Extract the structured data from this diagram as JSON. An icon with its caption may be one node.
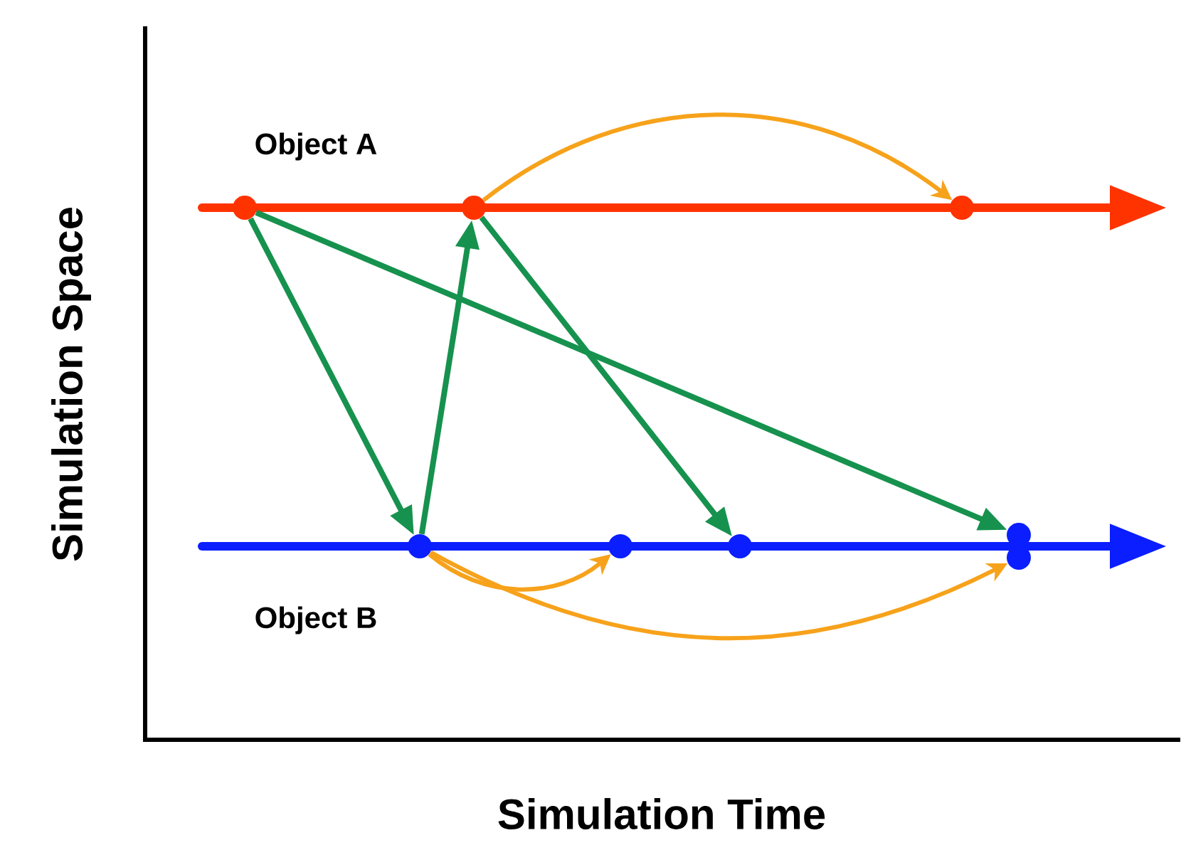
{
  "diagram": {
    "nodes": [
      {
        "text": [],
        "shape": "circle"
      },
      {
        "text": [],
        "shape": "circle"
      },
      {
        "text": [],
        "shape": "circle"
      },
      {
        "text": [],
        "shape": "circle"
      },
      {
        "text": [],
        "shape": "circle"
      },
      {
        "text": [],
        "shape": "circle"
      },
      {
        "text": [],
        "shape": "circle"
      },
      {
        "text": [],
        "shape": "circle"
      }
    ],
    "edges": [
      {
        "from": 0,
        "to": 3,
        "arrow": "to"
      },
      {
        "from": 3,
        "to": 1,
        "arrow": "to"
      },
      {
        "from": 0,
        "to": 6,
        "arrow": "to"
      },
      {
        "from": 1,
        "to": 5,
        "arrow": "to"
      },
      {
        "from": 1,
        "to": 2,
        "arrow": "to",
        "color": "#f7a21b"
      },
      {
        "from": 3,
        "to": 4,
        "arrow": "to",
        "color": "#f7a21b"
      },
      {
        "from": 3,
        "to": 7,
        "arrow": "to",
        "color": "#f7a21b"
      }
    ],
    "labels": [
      "Object A",
      "Object B",
      "Simulation Space",
      "Simulation Time"
    ]
  }
}
